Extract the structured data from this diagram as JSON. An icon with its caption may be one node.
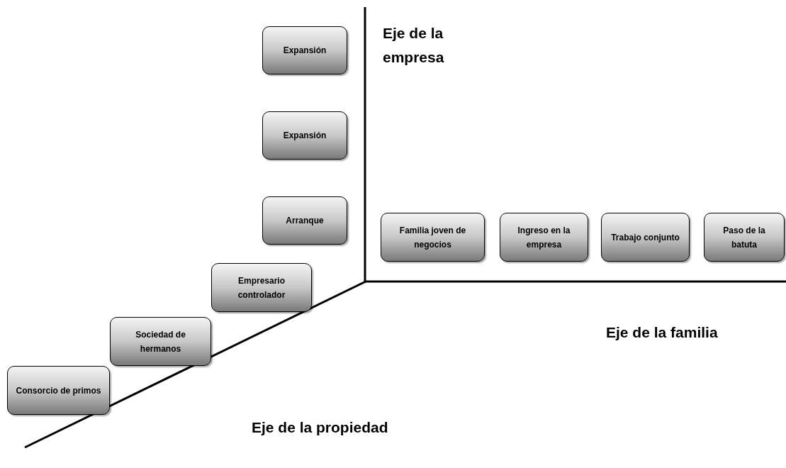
{
  "diagram": {
    "nodes": [
      {
        "text": [
          "Expansión"
        ]
      },
      {
        "text": [
          "Expansión"
        ]
      },
      {
        "text": [
          "Arranque"
        ]
      },
      {
        "text": [
          "Empresario controlador"
        ]
      },
      {
        "text": [
          "Sociedad de hermanos"
        ]
      },
      {
        "text": [
          "Consorcio de primos"
        ]
      },
      {
        "text": [
          "Familia joven de negocios"
        ]
      },
      {
        "text": [
          "Ingreso en la empresa"
        ]
      },
      {
        "text": [
          "Trabajo conjunto"
        ]
      },
      {
        "text": [
          "Paso de la batuta"
        ]
      }
    ],
    "labels": [
      "Eje de la empresa",
      "Eje de la familia",
      "Eje de la propiedad"
    ]
  }
}
